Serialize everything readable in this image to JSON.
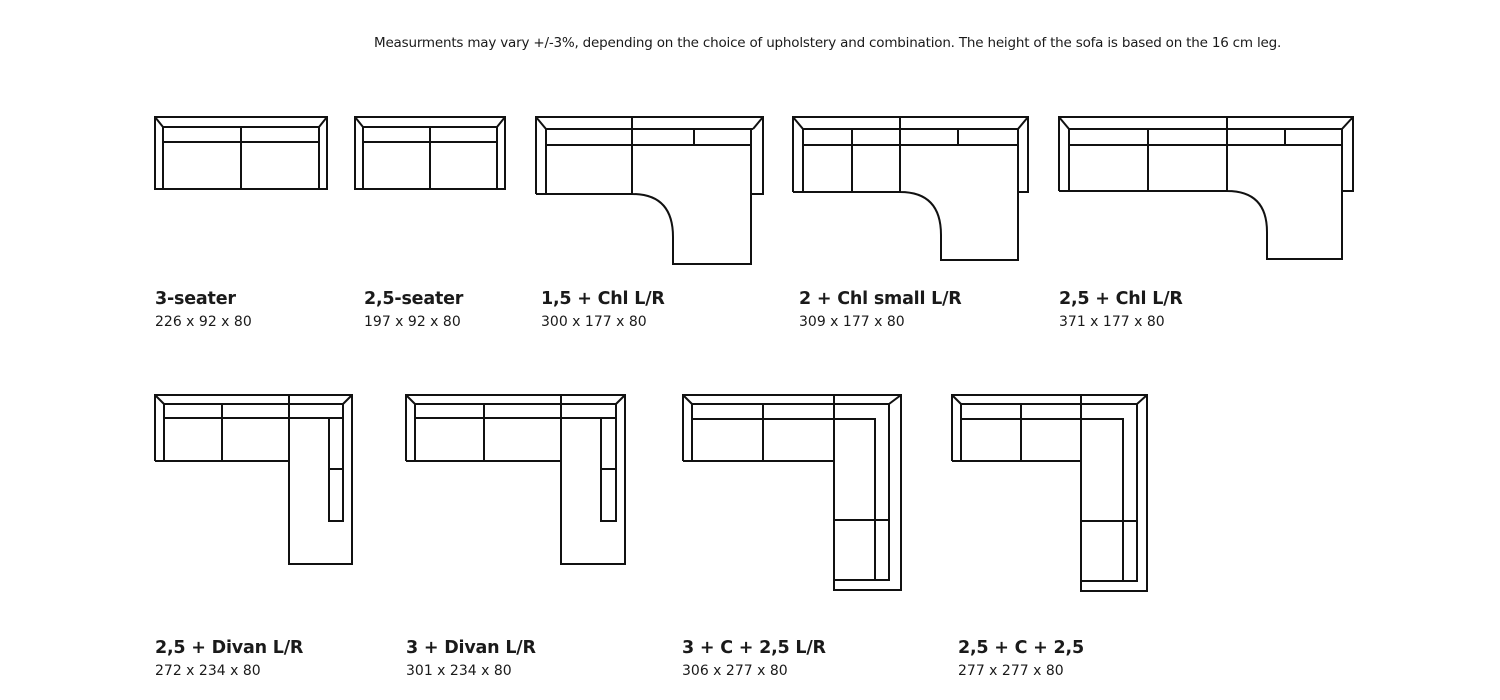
{
  "note": "Measurments may vary +/-3%, depending on the choice of upholstery and combination. The height of the sofa is based on the 16 cm leg.",
  "items": [
    {
      "name": "3-seater",
      "dims": "226 x 92 x 80"
    },
    {
      "name": "2,5-seater",
      "dims": "197 x 92 x 80"
    },
    {
      "name": "1,5 + Chl L/R",
      "dims": "300 x 177 x 80"
    },
    {
      "name": "2 + Chl small L/R",
      "dims": "309 x 177 x 80"
    },
    {
      "name": "2,5 + Chl L/R",
      "dims": "371 x 177 x 80"
    },
    {
      "name": "2,5 + Divan L/R",
      "dims": "272 x 234 x 80"
    },
    {
      "name": "3 + Divan L/R",
      "dims": "301 x 234 x 80"
    },
    {
      "name": "3 + C + 2,5 L/R",
      "dims": "306 x 277 x 80"
    },
    {
      "name": "2,5 + C + 2,5",
      "dims": "277 x 277 x 80"
    }
  ]
}
